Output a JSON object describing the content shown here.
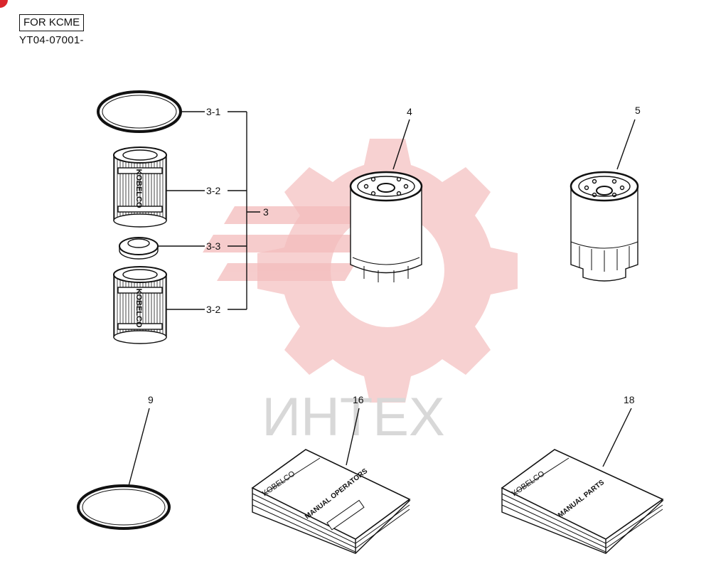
{
  "header": {
    "variant_box": "FOR KCME",
    "serial_range": "YT04-07001-"
  },
  "watermark": {
    "text": "ИНТЕХ",
    "gear_color": "#f6c9c9",
    "text_color": "#d8d8d8"
  },
  "callouts": {
    "c3_1": "3-1",
    "c3_2a": "3-2",
    "c3_3": "3-3",
    "c3_2b": "3-2",
    "c3": "3",
    "c4": "4",
    "c5": "5",
    "c9": "9",
    "c16": "16",
    "c18": "18"
  },
  "part_labels": {
    "element_brand_top": "KOBELCO",
    "element_brand_bottom": "KOBELCO",
    "manual16_brand": "KOBELCO",
    "manual16_title": "MANUAL OPERATORS",
    "manual18_brand": "KOBELCO",
    "manual18_title": "MANUAL PARTS"
  },
  "colors": {
    "line": "#111111",
    "corner_badge": "#d9262c"
  }
}
